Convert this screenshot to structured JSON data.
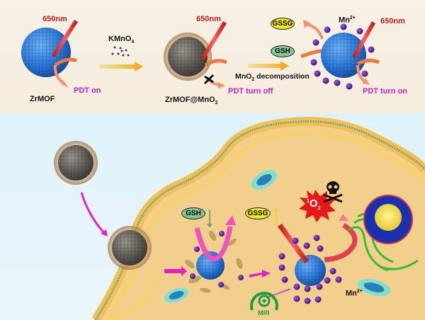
{
  "top_panel": {
    "laser_label_1": "650nm",
    "laser_label_2": "650nm",
    "laser_label_3": "650nm",
    "zrmof_label": "ZrMOF",
    "pdt_on": "PDT on",
    "reagent_label": "KMnO",
    "reagent_sub": "4",
    "coated_label": "ZrMOF@MnO",
    "coated_sub": "2",
    "pdt_off": "PDT turn off",
    "decomp_label_a": "MnO",
    "decomp_sub": "2",
    "decomp_label_b": " decomposition",
    "gssg": "GSSG",
    "gsh": "GSH",
    "mn_label": "Mn",
    "mn_sup": "2+",
    "pdt_turn_on": "PDT turn on"
  },
  "bottom_panel": {
    "gsh": "GSH",
    "gssg": "GSSG",
    "singlet_sup": "1",
    "singlet_o": "O",
    "singlet_sub": "2",
    "mn_label": "Mn",
    "mn_sup": "2+",
    "mri_label": "MRI"
  },
  "colors": {
    "mof_blue": "#2a78d8",
    "laser_red": "#e02828",
    "text_magenta": "#c81ecf",
    "gsh_green": "#7ec89a",
    "gssg_yellow": "#f2ea1c",
    "mn_purple": "#5a1a9a",
    "cell_tan": "#f3cf8e"
  }
}
